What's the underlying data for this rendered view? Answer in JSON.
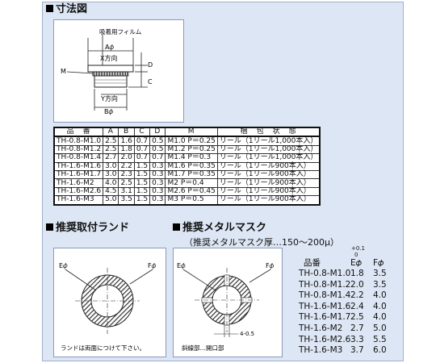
{
  "sections": {
    "dimensions": "寸法図",
    "land": "推奨取付ランド",
    "mask": "推奨メタルマスク",
    "mask_sub": "（推奨メタルマスク厚…150〜200μ）"
  },
  "drawing": {
    "film": "吸着用フィルム",
    "a_dir": "A𝜙",
    "x_dir": "X方向",
    "m": "M",
    "d": "D",
    "c": "C",
    "y_dir": "Y方向",
    "b_dir": "B𝜙"
  },
  "table": {
    "headers": [
      "品　番",
      "A",
      "B",
      "C",
      "D",
      "M",
      "梱　包　状　態"
    ],
    "rows": [
      [
        "TH-0.8-M1.0",
        "2.5",
        "1.6",
        "0.7",
        "0.5",
        "M1.0 P＝0.25",
        "リール（1リール1,000本入）"
      ],
      [
        "TH-0.8-M1.2",
        "2.5",
        "1.8",
        "0.7",
        "0.5",
        "M1.2 P＝0.25",
        "リール（1リール1,000本入）"
      ],
      [
        "TH-0.8-M1.4",
        "2.7",
        "2.0",
        "0.7",
        "0.7",
        "M1.4 P＝0.3",
        "リール（1リール1,000本入）"
      ],
      [
        "TH-1.6-M1.6",
        "3.0",
        "2.2",
        "1.5",
        "0.3",
        "M1.6 P＝0.35",
        "リール（1リール900本入）"
      ],
      [
        "TH-1.6-M1.7",
        "3.0",
        "2.3",
        "1.5",
        "0.3",
        "M1.7 P＝0.35",
        "リール（1リール900本入）"
      ],
      [
        "TH-1.6-M2",
        "4.0",
        "2.5",
        "1.5",
        "0.3",
        "M2 P＝0.4",
        "リール（1リール900本入）"
      ],
      [
        "TH-1.6-M2.6",
        "4.5",
        "3.1",
        "1.5",
        "0.3",
        "M2.6 P＝0.45",
        "リール（1リール900本入）"
      ],
      [
        "TH-1.6-M3",
        "5.0",
        "3.5",
        "1.5",
        "0.3",
        "M3 P＝0.5",
        "リール（1リール900本入）"
      ]
    ]
  },
  "land": {
    "e": "E𝜙",
    "f": "F𝜙",
    "note": "ランドは両面につけて下さい。"
  },
  "mask": {
    "e": "E𝜙",
    "f": "F𝜙",
    "gap": "4-0.5",
    "legend": "斜線部…開口部"
  },
  "right_table": {
    "tol": "+0.1",
    "tol0": "0",
    "header": [
      "品番",
      "E𝜙",
      "F𝜙"
    ],
    "rows": [
      [
        "TH-0.8-M1.0",
        "1.8",
        "3.5"
      ],
      [
        "TH-0.8-M1.2",
        "2.0",
        "3.5"
      ],
      [
        "TH-0.8-M1.4",
        "2.2",
        "4.0"
      ],
      [
        "TH-1.6-M1.6",
        "2.4",
        "4.0"
      ],
      [
        "TH-1.6-M1.7",
        "2.5",
        "4.0"
      ],
      [
        "TH-1.6-M2",
        "2.7",
        "5.0"
      ],
      [
        "TH-1.6-M2.6",
        "3.3",
        "5.5"
      ],
      [
        "TH-1.6-M3",
        "3.7",
        "6.0"
      ]
    ]
  }
}
